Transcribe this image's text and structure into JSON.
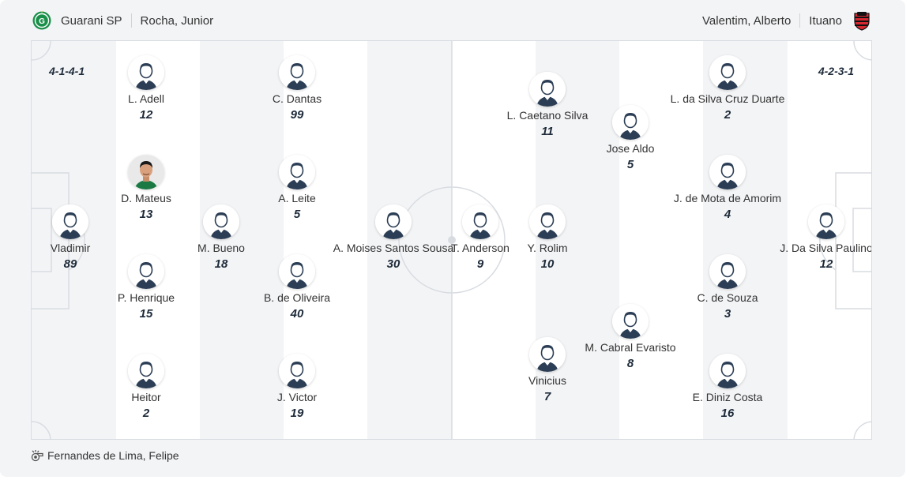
{
  "header": {
    "home_team": "Guarani SP",
    "home_coach": "Rocha, Junior",
    "away_coach": "Valentim, Alberto",
    "away_team": "Ituano"
  },
  "formations": {
    "home": "4-1-4-1",
    "away": "4-2-3-1"
  },
  "players": [
    {
      "name": "Vladimir",
      "number": "89",
      "side": "home"
    },
    {
      "name": "L. Adell",
      "number": "12",
      "side": "home"
    },
    {
      "name": "D. Mateus",
      "number": "13",
      "side": "home",
      "photo": true
    },
    {
      "name": "P. Henrique",
      "number": "15",
      "side": "home"
    },
    {
      "name": "Heitor",
      "number": "2",
      "side": "home"
    },
    {
      "name": "M. Bueno",
      "number": "18",
      "side": "home"
    },
    {
      "name": "C. Dantas",
      "number": "99",
      "side": "home"
    },
    {
      "name": "A. Leite",
      "number": "5",
      "side": "home"
    },
    {
      "name": "B. de Oliveira",
      "number": "40",
      "side": "home"
    },
    {
      "name": "J. Victor",
      "number": "19",
      "side": "home"
    },
    {
      "name": "A. Moises Santos Sousa",
      "number": "30",
      "side": "home"
    },
    {
      "name": "T. Anderson",
      "number": "9",
      "side": "away"
    },
    {
      "name": "L. Caetano Silva",
      "number": "11",
      "side": "away"
    },
    {
      "name": "Y. Rolim",
      "number": "10",
      "side": "away"
    },
    {
      "name": "Vinicius",
      "number": "7",
      "side": "away"
    },
    {
      "name": "Jose Aldo",
      "number": "5",
      "side": "away"
    },
    {
      "name": "M. Cabral Evaristo",
      "number": "8",
      "side": "away"
    },
    {
      "name": "L. da Silva Cruz Duarte",
      "number": "2",
      "side": "away"
    },
    {
      "name": "J. de Mota de Amorim",
      "number": "4",
      "side": "away"
    },
    {
      "name": "C. de Souza",
      "number": "3",
      "side": "away"
    },
    {
      "name": "E. Diniz Costa",
      "number": "16",
      "side": "away"
    },
    {
      "name": "J. Da Silva Paulino",
      "number": "12",
      "side": "away"
    }
  ],
  "referee": "Fernandes de Lima, Felipe",
  "icons": {
    "home_logo": "guarani-crest-icon",
    "away_logo": "ituano-crest-icon",
    "avatar": "player-silhouette-icon",
    "referee": "whistle-icon"
  },
  "colors": {
    "home_logo": "#1a8f4a",
    "away_logo": "#d7282f",
    "avatar_kit": "#2c3e55",
    "text_strong": "#1e2b3a"
  }
}
